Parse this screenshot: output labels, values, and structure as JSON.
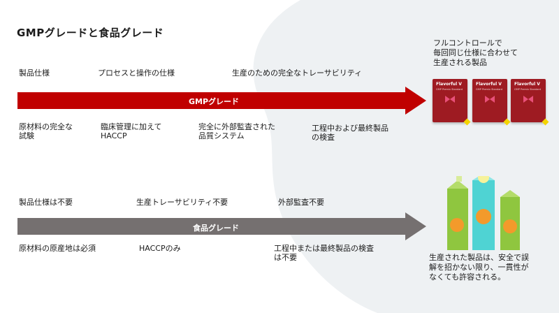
{
  "title": "GMPグレードと食品グレード",
  "gmp": {
    "top_labels": [
      "製品仕様",
      "プロセスと操作の仕様",
      "生産のための完全なトレーサビリティ"
    ],
    "arrow_label": "GMPグレード",
    "bottom_labels": [
      "原材料の完全な\n試験",
      "臨床管理に加えて\nHACCP",
      "完全に外部監査された\n品質システム",
      "工程中および最終製品\nの検査"
    ],
    "caption": "フルコントロールで\n毎回同じ仕様に合わせて\n生産される製品",
    "product_brand": "Flavorful V",
    "product_sub": "GMP Premix Standard",
    "color": "#c00000"
  },
  "food": {
    "top_labels": [
      "製品仕様は不要",
      "生産トレーサビリティ不要",
      "外部監査不要"
    ],
    "arrow_label": "食品グレード",
    "bottom_labels": [
      "原材料の原産地は必須",
      "HACCPのみ",
      "工程中または最終製品の検査\nは不要"
    ],
    "caption": "生産された製品は、安全で誤\n解を招かない限り、一貫性が\nなくても許容される。",
    "color": "#757070"
  }
}
